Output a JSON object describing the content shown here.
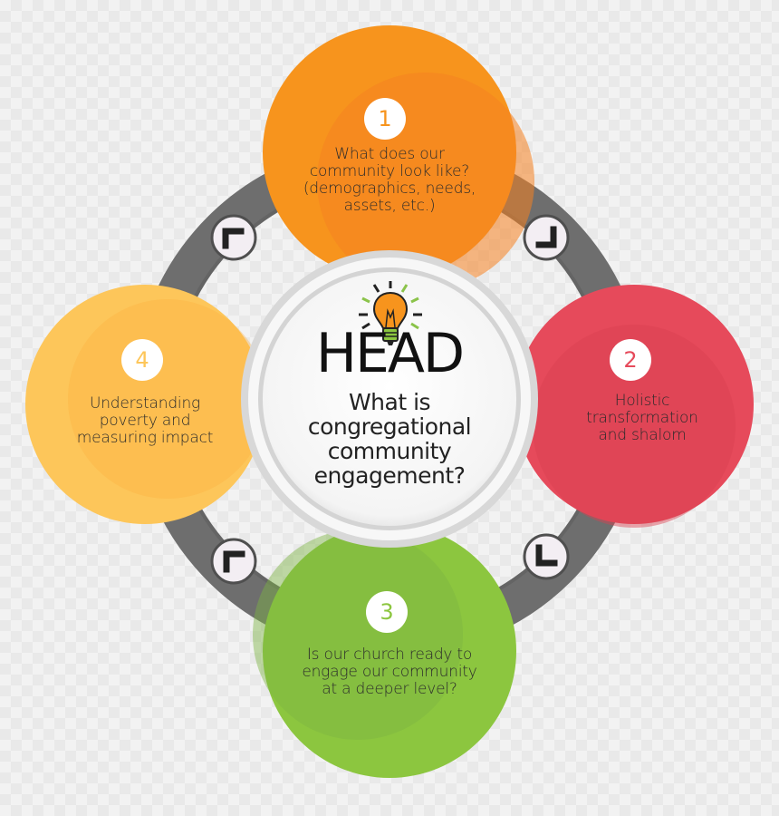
{
  "center": {
    "title": "HEAD",
    "question": "What is congregational community engagement?",
    "icon": "lightbulb-icon"
  },
  "steps": [
    {
      "number": "1",
      "text": "What does our community look like? (demographics, needs, assets, etc.)",
      "color": "#f7931e"
    },
    {
      "number": "2",
      "text": "Holistic transformation and shalom",
      "color": "#e64a5b"
    },
    {
      "number": "3",
      "text": "Is our church ready to engage our community at a deeper level?",
      "color": "#8cc63f"
    },
    {
      "number": "4",
      "text": "Understanding poverty and measuring impact",
      "color": "#fdc65a"
    }
  ],
  "ring_color": "#6d6d6d",
  "connector_icon": "chevron-icon"
}
